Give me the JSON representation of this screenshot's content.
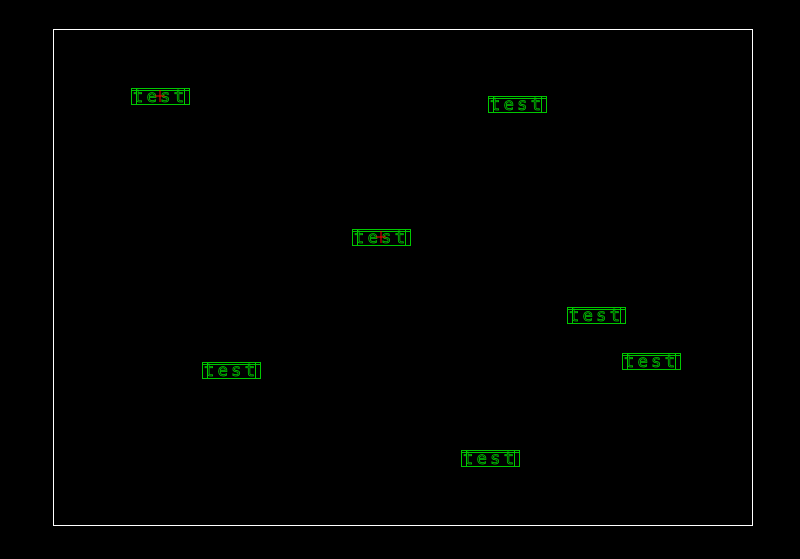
{
  "canvas": {
    "background": "#000000",
    "border_color": "#ffffff"
  },
  "label_color": "#00c800",
  "marker_color": "#ff0000",
  "labels": [
    {
      "text": "test",
      "marked": true
    },
    {
      "text": "test",
      "marked": false
    },
    {
      "text": "test",
      "marked": true
    },
    {
      "text": "test",
      "marked": false
    },
    {
      "text": "test",
      "marked": false
    },
    {
      "text": "test",
      "marked": false
    },
    {
      "text": "test",
      "marked": false
    }
  ]
}
